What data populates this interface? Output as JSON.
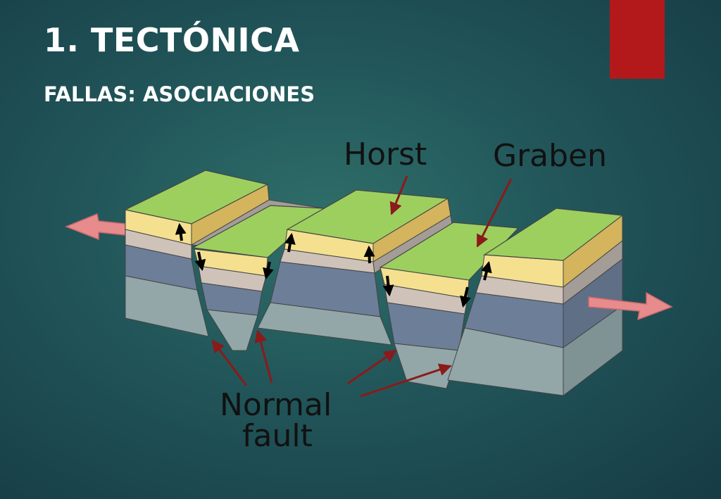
{
  "slide": {
    "title": "1. TECTÓNICA",
    "subtitle": "FALLAS: ASOCIACIONES",
    "accent_color": "#b3191b"
  },
  "diagram": {
    "labels": {
      "horst": "Horst",
      "graben": "Graben",
      "normal_fault_line1": "Normal",
      "normal_fault_line2": "fault"
    },
    "layer_colors": {
      "surface": "#9dcf5f",
      "yellow": "#f4e08f",
      "tan": "#cfc2b9",
      "slate": "#6d7e98",
      "gray": "#93a7a8"
    },
    "arrow_color": "#e88b8d"
  }
}
